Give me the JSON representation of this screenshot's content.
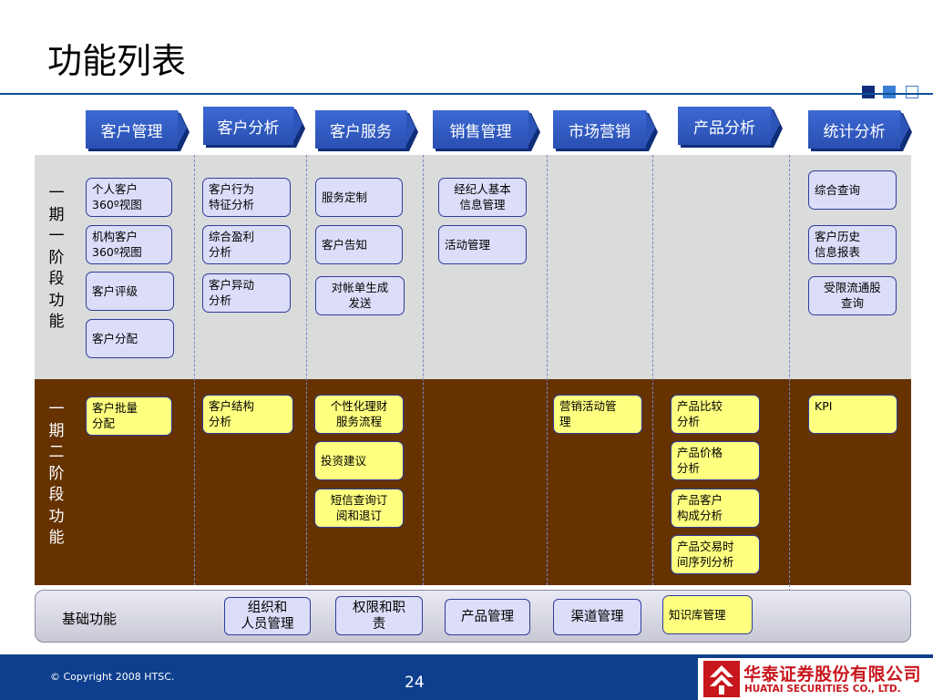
{
  "title": "功能列表",
  "colors": {
    "blue_dark": "#0f2d79",
    "band1": "#dadcdc",
    "band2": "#653200",
    "yellow": "#ffff80",
    "lavender": "#dcddf9",
    "brand_red": "#c8161d"
  },
  "headers": [
    "客户管理",
    "客户分析",
    "客户服务",
    "销售管理",
    "市场营销",
    "产品分析",
    "统计分析"
  ],
  "phase1": {
    "label": "一期一阶段功能",
    "items": {
      "c1_1": "个人客户\n360º视图",
      "c1_2": "机构客户\n360º视图",
      "c1_3": "客户评级",
      "c1_4": "客户分配",
      "c2_1": "客户行为\n特征分析",
      "c2_2": "综合盈利\n分析",
      "c2_3": "客户异动\n分析",
      "c3_1": "服务定制",
      "c3_2": "客户告知",
      "c3_3": "对帐单生成\n发送",
      "c4_1": "经纪人基本\n信息管理",
      "c4_2": "活动管理",
      "c7_1": "综合查询",
      "c7_2": "客户历史\n信息报表",
      "c7_3": "受限流通股\n查询"
    }
  },
  "phase2": {
    "label": "一期二阶段功能",
    "items": {
      "c1_1": "客户批量\n分配",
      "c2_1": "客户结构\n分析",
      "c3_1": "个性化理财\n服务流程",
      "c3_2": "投资建议",
      "c3_3": "短信查询订\n阅和退订",
      "c5_1": "营销活动管\n理",
      "c6_1": "产品比较\n分析",
      "c6_2": "产品价格\n分析",
      "c6_3": "产品客户\n构成分析",
      "c6_4": "产品交易时\n间序列分析",
      "c7_1": "KPI"
    }
  },
  "base": {
    "label": "基础功能",
    "items": [
      "组织和\n人员管理",
      "权限和职\n责",
      "产品管理",
      "渠道管理",
      "知识库管理"
    ]
  },
  "footer": {
    "copyright": "© Copyright 2008 HTSC.",
    "page": "24",
    "company_cn": "华泰证券股份有限公司",
    "company_en": "HUATAI SECURITIES CO., LTD."
  }
}
